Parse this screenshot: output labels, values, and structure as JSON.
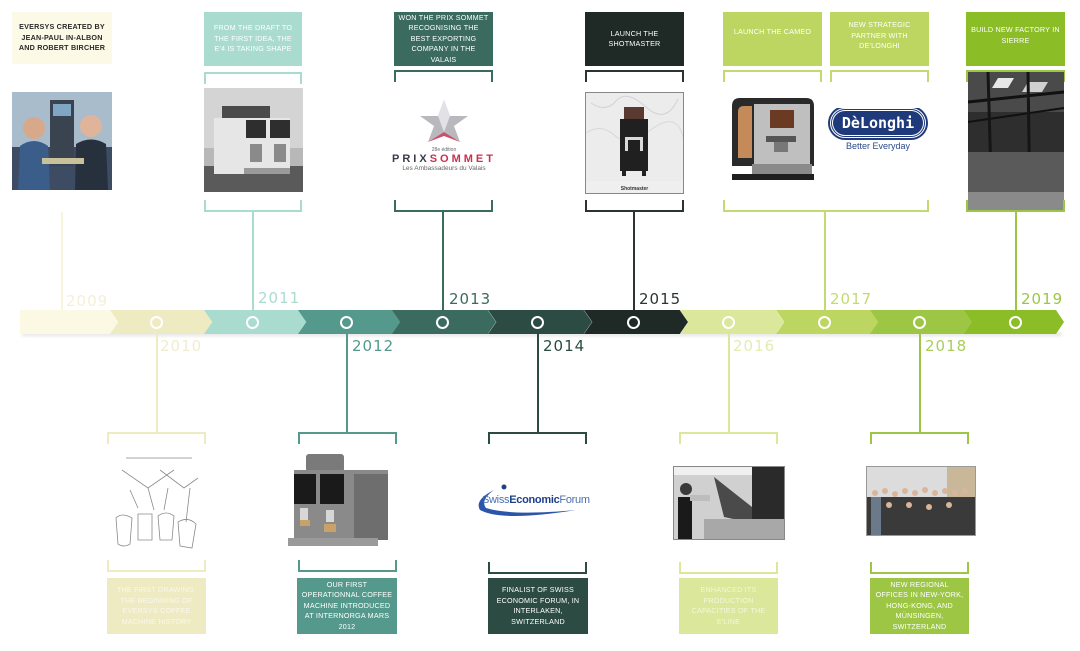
{
  "title": "Eversys company timeline",
  "colors": {
    "y2009": "#fbf8e4",
    "y2010": "#eeebc3",
    "y2011": "#a9dccf",
    "y2012": "#54998c",
    "y2013": "#3b6a5f",
    "y2014": "#2b4b43",
    "y2015": "#1f2a27",
    "y2016": "#dbe79a",
    "y2017": "#bcd661",
    "y2018": "#9cc644",
    "y2019": "#8bbd26"
  },
  "milestones": [
    {
      "year": "2009",
      "position": "top",
      "caption": "Eversys created by Jean-Paul In-Albon and Robert Bircher",
      "image": "founders-photo"
    },
    {
      "year": "2010",
      "position": "bottom",
      "caption": "The first drawing, the beginning of Eversys coffee machine history",
      "image": "sketch-drawing"
    },
    {
      "year": "2011",
      "position": "top",
      "caption": "From the draft to the first idea, the E'4 is taking shape",
      "image": "e4-prototype-photo"
    },
    {
      "year": "2012",
      "position": "bottom",
      "caption": "Our first operationnal coffee machine introduced at Internorga Mars 2012",
      "image": "coffee-machine-photo"
    },
    {
      "year": "2013",
      "position": "top",
      "caption": "Won the Prix Sommet recognising the best exporting company in the Valais",
      "image": "prix-sommet-logo",
      "logo": {
        "edition": "28e édition",
        "name_part1": "PRIX",
        "name_part2": "SOMMET",
        "tagline": "Les Ambassadeurs du Valais"
      }
    },
    {
      "year": "2014",
      "position": "bottom",
      "caption": "Finalist of Swiss Economic Forum, in Interlaken, Switzerland",
      "image": "swiss-economic-forum-logo",
      "logo": {
        "part1": "Swiss",
        "part2": "Economic",
        "part3": "Forum"
      }
    },
    {
      "year": "2015",
      "position": "top",
      "caption": "Launch the Shotmaster",
      "image": "shotmaster-photo",
      "image_caption": "Shotmaster"
    },
    {
      "year": "2016",
      "position": "bottom",
      "caption": "Enhanced its production capacities of the E'Line",
      "image": "production-photo"
    },
    {
      "year": "2017",
      "position": "top",
      "captions": [
        "Launch the Cameo",
        "New strategic partner with De'Longhi"
      ],
      "image": "cameo-and-delonghi",
      "logo": {
        "brand": "DèLonghi",
        "tagline": "Better Everyday"
      }
    },
    {
      "year": "2018",
      "position": "bottom",
      "caption": "New regional offices in New-York, Hong-Kong, and Münsingen, Switzerland",
      "image": "team-photo"
    },
    {
      "year": "2019",
      "position": "top",
      "caption": "Build new factory in Sierre",
      "image": "factory-photo"
    }
  ]
}
